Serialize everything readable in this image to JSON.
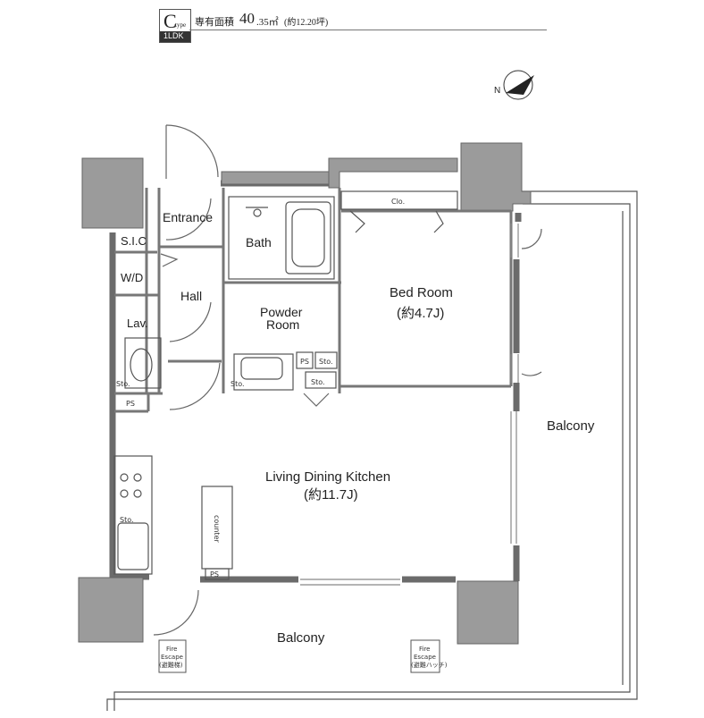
{
  "header": {
    "type_letter": "C",
    "type_suffix": "type",
    "layout": "1LDK",
    "area_label": "専有面積",
    "area_value": "40",
    "area_decimal": ".35㎡",
    "area_tsubo": "(約12.20坪)"
  },
  "compass": {
    "north_letter": "N"
  },
  "rooms": {
    "entrance": "Entrance",
    "sic": "S.I.C",
    "wd": "W/D",
    "hall": "Hall",
    "lav": "Lav.",
    "bath": "Bath",
    "powder_line1": "Powder",
    "powder_line2": "Room",
    "bed_line1": "Bed Room",
    "bed_line2": "(約4.7J)",
    "ldk_line1": "Living Dining Kitchen",
    "ldk_line2": "(約11.7J)",
    "balcony_side": "Balcony",
    "balcony_bottom": "Balcony"
  },
  "labels": {
    "clo": "Clo.",
    "ps1": "PS",
    "ps2": "PS",
    "ps3": "PS",
    "sto1": "Sto.",
    "sto2": "Sto.",
    "sto3": "Sto.",
    "sto4": "Sto.",
    "sto5": "Sto.",
    "counter": "counter",
    "fire_left_1": "Fire",
    "fire_left_2": "Escape",
    "fire_left_3": "(避難梯)",
    "fire_right_1": "Fire",
    "fire_right_2": "Escape",
    "fire_right_3": "(避難ハッチ)"
  }
}
